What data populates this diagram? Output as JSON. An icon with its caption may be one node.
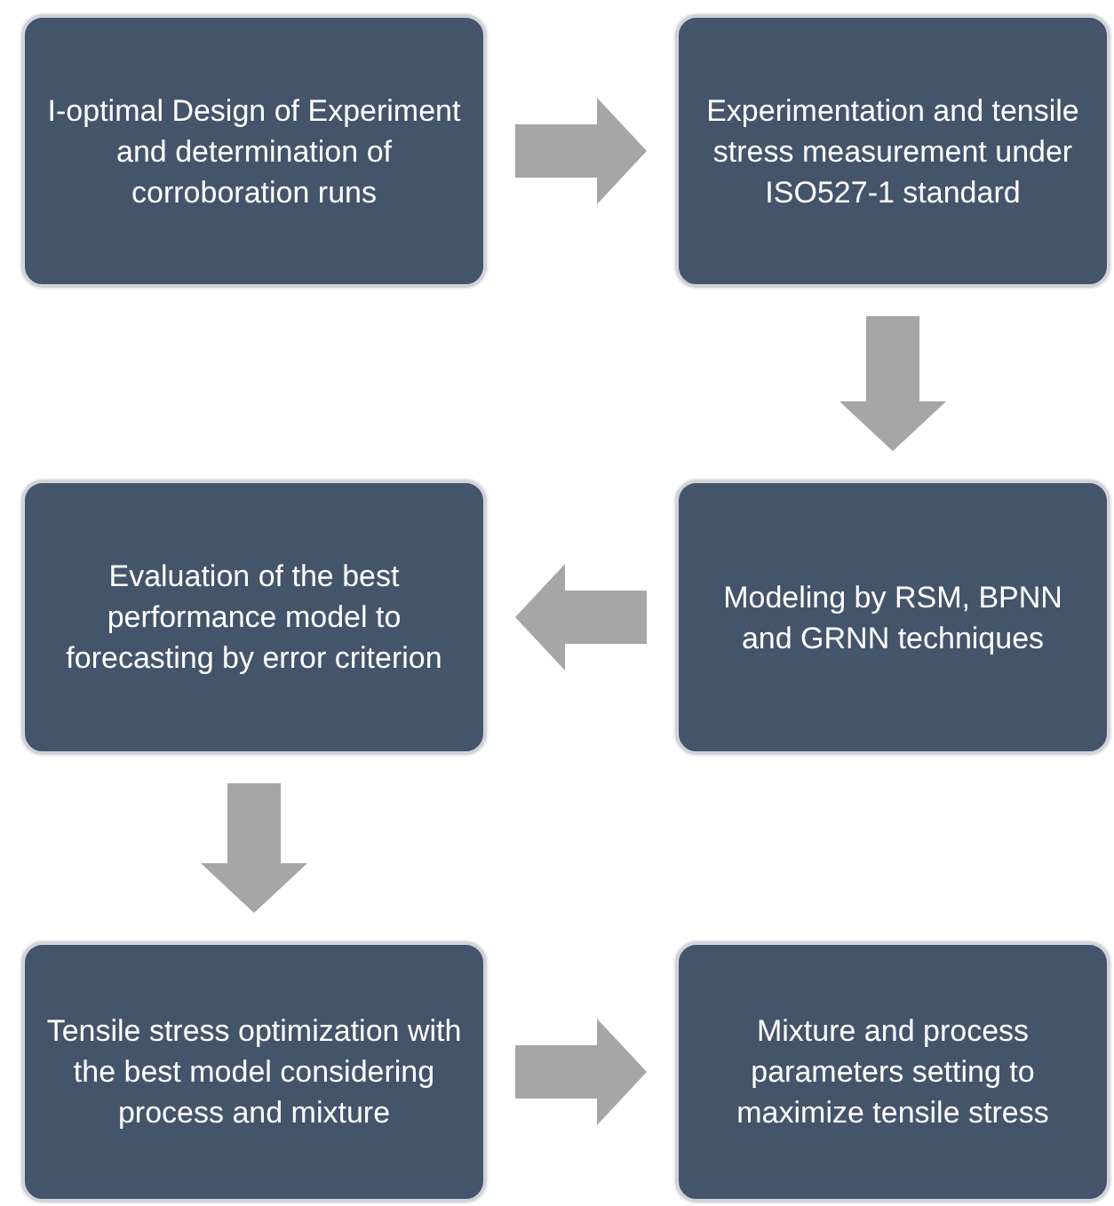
{
  "diagram": {
    "nodes": [
      {
        "text": [
          "I-optimal Design of Experiment and determination of corroboration runs"
        ]
      },
      {
        "text": [
          "Experimentation and tensile stress measurement under ISO527-1 standard"
        ]
      },
      {
        "text": [
          "Evaluation of the best performance model to forecasting by error criterion"
        ]
      },
      {
        "text": [
          "Modeling by RSM, BPNN and GRNN techniques"
        ]
      },
      {
        "text": [
          "Tensile stress optimization with the best model considering process and mixture"
        ]
      },
      {
        "text": [
          "Mixture and process parameters setting to maximize tensile stress"
        ]
      }
    ],
    "edges": [
      {
        "from": 0,
        "to": 1,
        "arrow": "to"
      },
      {
        "from": 1,
        "to": 3,
        "arrow": "to"
      },
      {
        "from": 3,
        "to": 2,
        "arrow": "to"
      },
      {
        "from": 2,
        "to": 4,
        "arrow": "to"
      },
      {
        "from": 4,
        "to": 5,
        "arrow": "to"
      }
    ]
  }
}
